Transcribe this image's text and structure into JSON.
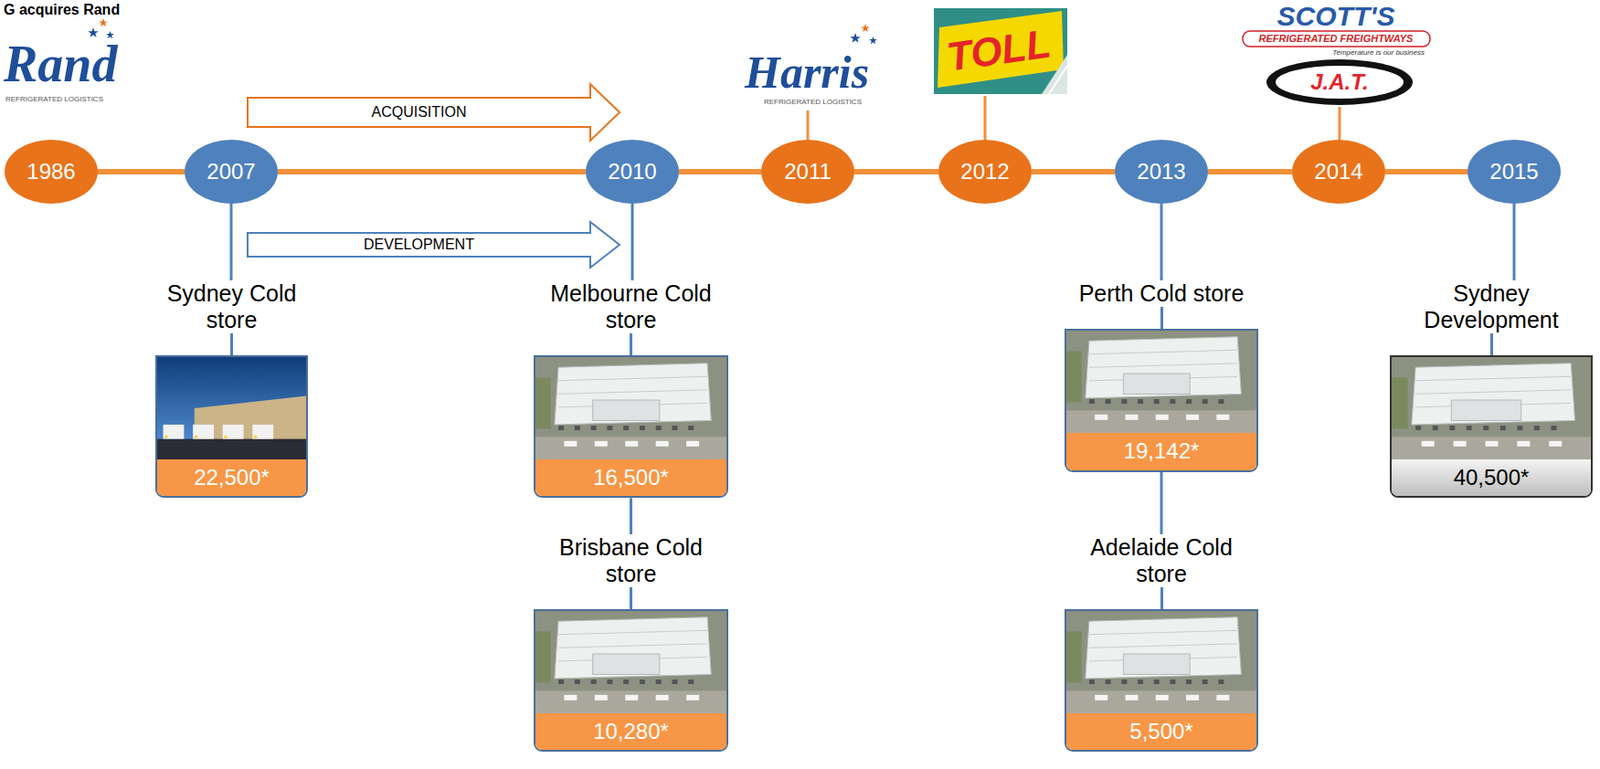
{
  "diagram": {
    "title": "G acquires Rand",
    "nodes": [
      {
        "text": [
          "1986"
        ]
      },
      {
        "text": [
          "2007"
        ]
      },
      {
        "text": [
          "2010"
        ]
      },
      {
        "text": [
          "2011"
        ]
      },
      {
        "text": [
          "2012"
        ]
      },
      {
        "text": [
          "2013"
        ]
      },
      {
        "text": [
          "2014"
        ]
      },
      {
        "text": [
          "2015"
        ]
      },
      {
        "text": [
          "Sydney Cold store",
          "22,500*"
        ]
      },
      {
        "text": [
          "Melbourne Cold store",
          "16,500*"
        ]
      },
      {
        "text": [
          "Brisbane Cold store",
          "10,280*"
        ]
      },
      {
        "text": [
          "Perth Cold store",
          "19,142*"
        ]
      },
      {
        "text": [
          "Adelaide Cold store",
          "5,500*"
        ]
      },
      {
        "text": [
          "Sydney Development",
          "40,500*"
        ]
      }
    ],
    "edges": [
      {
        "from": 0,
        "to": 1,
        "arrow": "none"
      },
      {
        "from": 1,
        "to": 2,
        "arrow": "none"
      },
      {
        "from": 2,
        "to": 3,
        "arrow": "none"
      },
      {
        "from": 3,
        "to": 4,
        "arrow": "none"
      },
      {
        "from": 4,
        "to": 5,
        "arrow": "none"
      },
      {
        "from": 5,
        "to": 6,
        "arrow": "none"
      },
      {
        "from": 6,
        "to": 7,
        "arrow": "none"
      },
      {
        "from": 1,
        "to": 2,
        "label": "ACQUISITION",
        "arrow": "to"
      },
      {
        "from": 1,
        "to": 2,
        "label": "DEVELOPMENT",
        "arrow": "to"
      },
      {
        "from": 1,
        "to": 8,
        "arrow": "none"
      },
      {
        "from": 2,
        "to": 9,
        "arrow": "none"
      },
      {
        "from": 9,
        "to": 10,
        "arrow": "none"
      },
      {
        "from": 5,
        "to": 11,
        "arrow": "none"
      },
      {
        "from": 11,
        "to": 12,
        "arrow": "none"
      },
      {
        "from": 7,
        "to": 13,
        "arrow": "none"
      }
    ],
    "labels": [
      "Rand",
      "REFRIGERATED LOGISTICS",
      "Harris",
      "REFRIGERATED LOGISTICS",
      "TOLL",
      "SCOTT'S",
      "REFRIGERATED FREIGHTWAYS",
      "Temperature is our business",
      "J.A.T."
    ]
  }
}
